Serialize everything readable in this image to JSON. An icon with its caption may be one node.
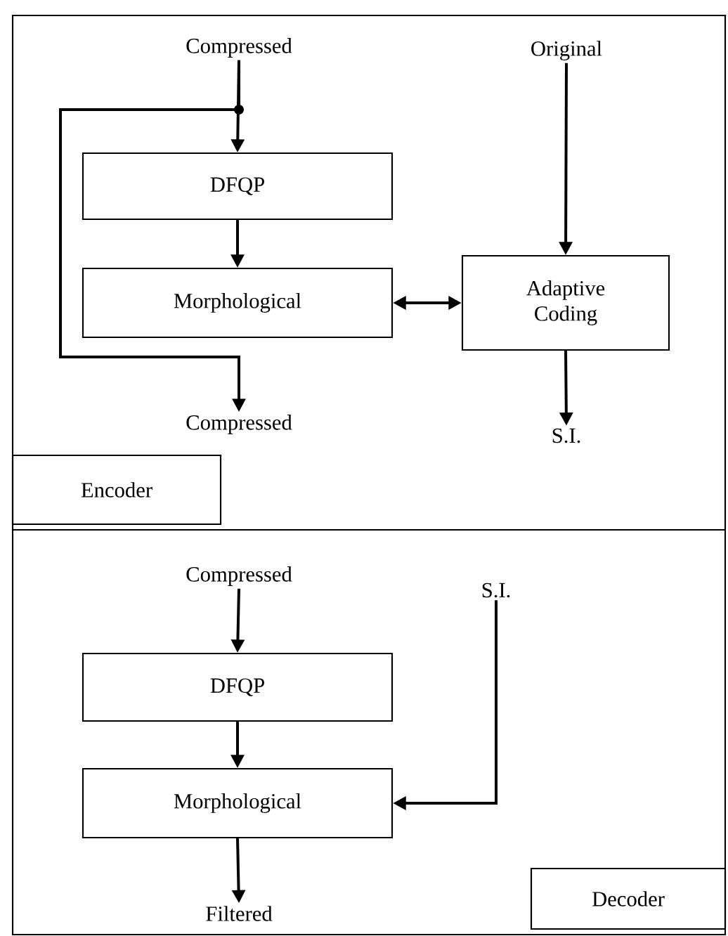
{
  "diagram": {
    "nodes": [
      {
        "text": [
          "Encoder"
        ]
      },
      {
        "text": [
          "Compressed"
        ],
        "in": 0
      },
      {
        "text": [
          "Original"
        ],
        "in": 0
      },
      {
        "text": [
          "DFQP"
        ],
        "in": 0
      },
      {
        "text": [
          "Morphological"
        ],
        "in": 0
      },
      {
        "text": [
          "Adaptive Coding"
        ],
        "in": 0
      },
      {
        "text": [
          "Compressed"
        ],
        "in": 0
      },
      {
        "text": [
          "S.I."
        ],
        "in": 0
      },
      {
        "text": [
          "Decoder"
        ]
      },
      {
        "text": [
          "Compressed"
        ],
        "in": 8
      },
      {
        "text": [
          "S.I."
        ],
        "in": 8
      },
      {
        "text": [
          "DFQP"
        ],
        "in": 8
      },
      {
        "text": [
          "Morphological"
        ],
        "in": 8
      },
      {
        "text": [
          "Filtered"
        ],
        "in": 8
      }
    ],
    "edges": [
      {
        "from": 1,
        "to": 3,
        "arrow": "to"
      },
      {
        "from": 1,
        "to": 6,
        "arrow": "to"
      },
      {
        "from": 3,
        "to": 4,
        "arrow": "to"
      },
      {
        "from": 4,
        "to": 5,
        "arrow": "both"
      },
      {
        "from": 2,
        "to": 5,
        "arrow": "to"
      },
      {
        "from": 5,
        "to": 7,
        "arrow": "to"
      },
      {
        "from": 9,
        "to": 11,
        "arrow": "to"
      },
      {
        "from": 11,
        "to": 12,
        "arrow": "to"
      },
      {
        "from": 10,
        "to": 12,
        "arrow": "to"
      },
      {
        "from": 12,
        "to": 13,
        "arrow": "to"
      }
    ]
  }
}
